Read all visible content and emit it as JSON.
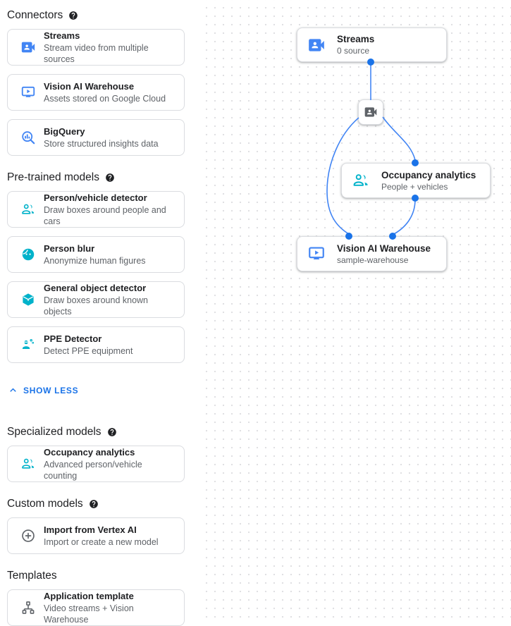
{
  "colors": {
    "icon_blue": "#4285f4",
    "icon_teal": "#00b2ca",
    "icon_gray": "#5f6368",
    "edge_blue": "#4285f4",
    "port_blue": "#1a73e8",
    "link_blue": "#1a73e8",
    "card_border": "#dadce0",
    "title_text": "#202124",
    "secondary_text": "#5f6368",
    "canvas_dot": "#e0e0e3"
  },
  "sidebar": {
    "show_less_label": "SHOW LESS",
    "sections": [
      {
        "title": "Connectors",
        "items": [
          {
            "title": "Streams",
            "description": "Stream video from multiple sources"
          },
          {
            "title": "Vision AI Warehouse",
            "description": "Assets stored on Google Cloud"
          },
          {
            "title": "BigQuery",
            "description": "Store structured insights data"
          }
        ]
      },
      {
        "title": "Pre-trained models",
        "items": [
          {
            "title": "Person/vehicle detector",
            "description": "Draw boxes around people and cars"
          },
          {
            "title": "Person blur",
            "description": "Anonymize human figures"
          },
          {
            "title": "General object detector",
            "description": "Draw boxes around known objects"
          },
          {
            "title": "PPE Detector",
            "description": "Detect PPE equipment"
          }
        ]
      },
      {
        "title": "Specialized models",
        "items": [
          {
            "title": "Occupancy analytics",
            "description": "Advanced person/vehicle counting"
          }
        ]
      },
      {
        "title": "Custom models",
        "items": [
          {
            "title": "Import from Vertex AI",
            "description": "Import or create a new model"
          }
        ]
      },
      {
        "title": "Templates",
        "items": [
          {
            "title": "Application template",
            "description": "Video streams + Vision Warehouse"
          }
        ]
      }
    ]
  },
  "canvas": {
    "nodes": {
      "streams": {
        "title": "Streams",
        "subtitle": "0 source"
      },
      "occupancy": {
        "title": "Occupancy analytics",
        "subtitle": "People + vehicles"
      },
      "warehouse": {
        "title": "Vision AI Warehouse",
        "subtitle": "sample-warehouse"
      }
    }
  }
}
